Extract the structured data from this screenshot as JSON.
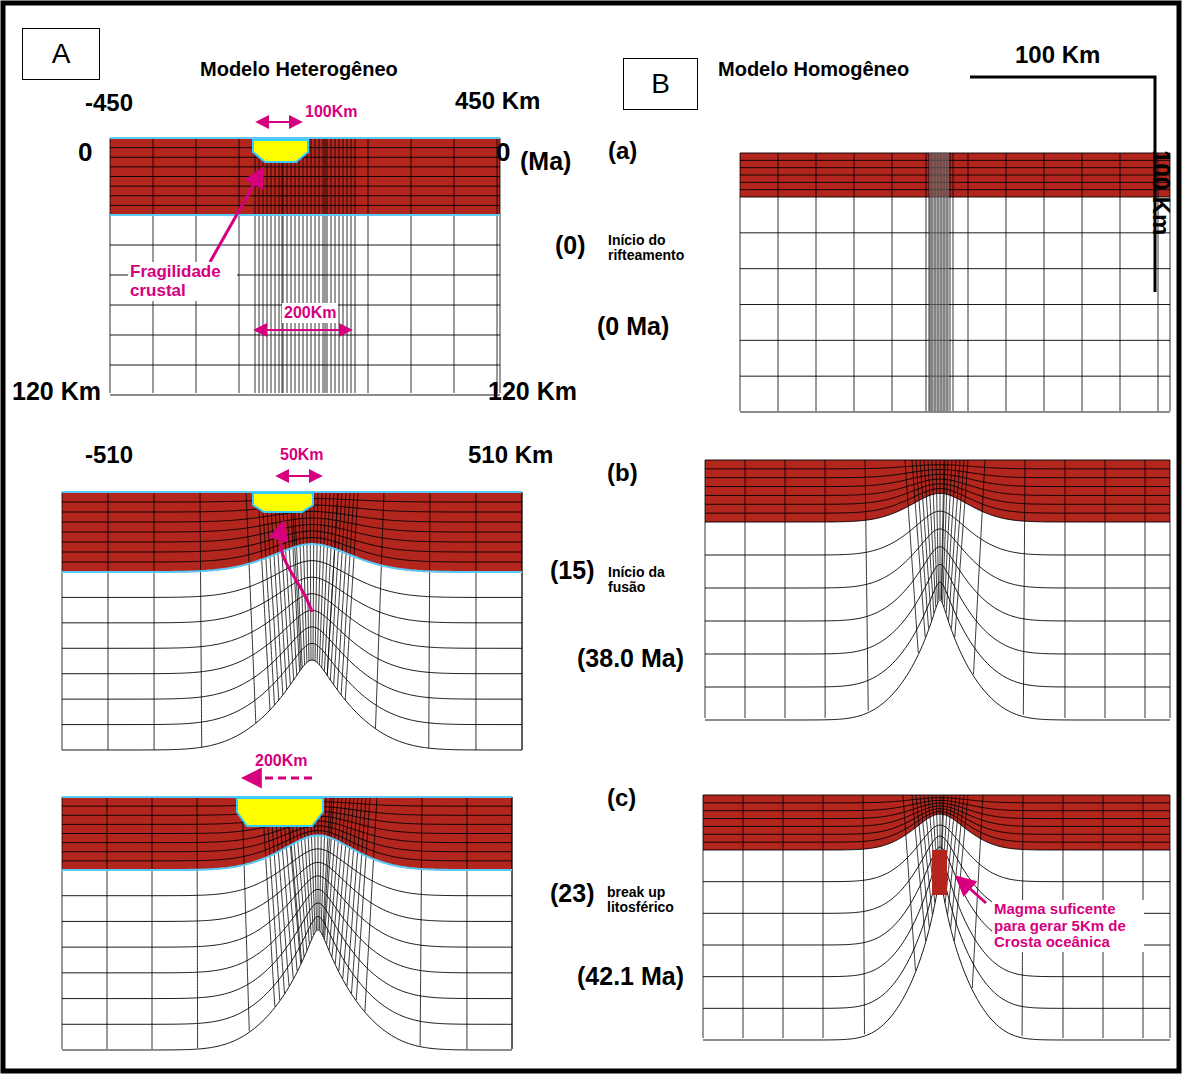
{
  "diagram": {
    "nodes": [
      {
        "text": [
          "A"
        ]
      },
      {
        "text": [
          "B"
        ]
      }
    ],
    "labels": [
      "Modelo Heterogêneo",
      "-450",
      "450 Km",
      "100Km",
      "0",
      "0",
      "(Ma)",
      "(a)",
      "Fragilidade crustal",
      "(0)",
      "Início do rifteamento",
      "(0 Ma)",
      "200Km",
      "120 Km",
      "120 Km",
      "Modelo Homogêneo",
      "100 Km",
      "100 Km",
      "-510",
      "510 Km",
      "50Km",
      "(b)",
      "(15)",
      "Início da fusão",
      "(38.0 Ma)",
      "200Km",
      "(c)",
      "(23)",
      "break up litosférico",
      "(42.1 Ma)",
      "Magma suficente para gerar 5Km de Crosta oceânica"
    ]
  }
}
